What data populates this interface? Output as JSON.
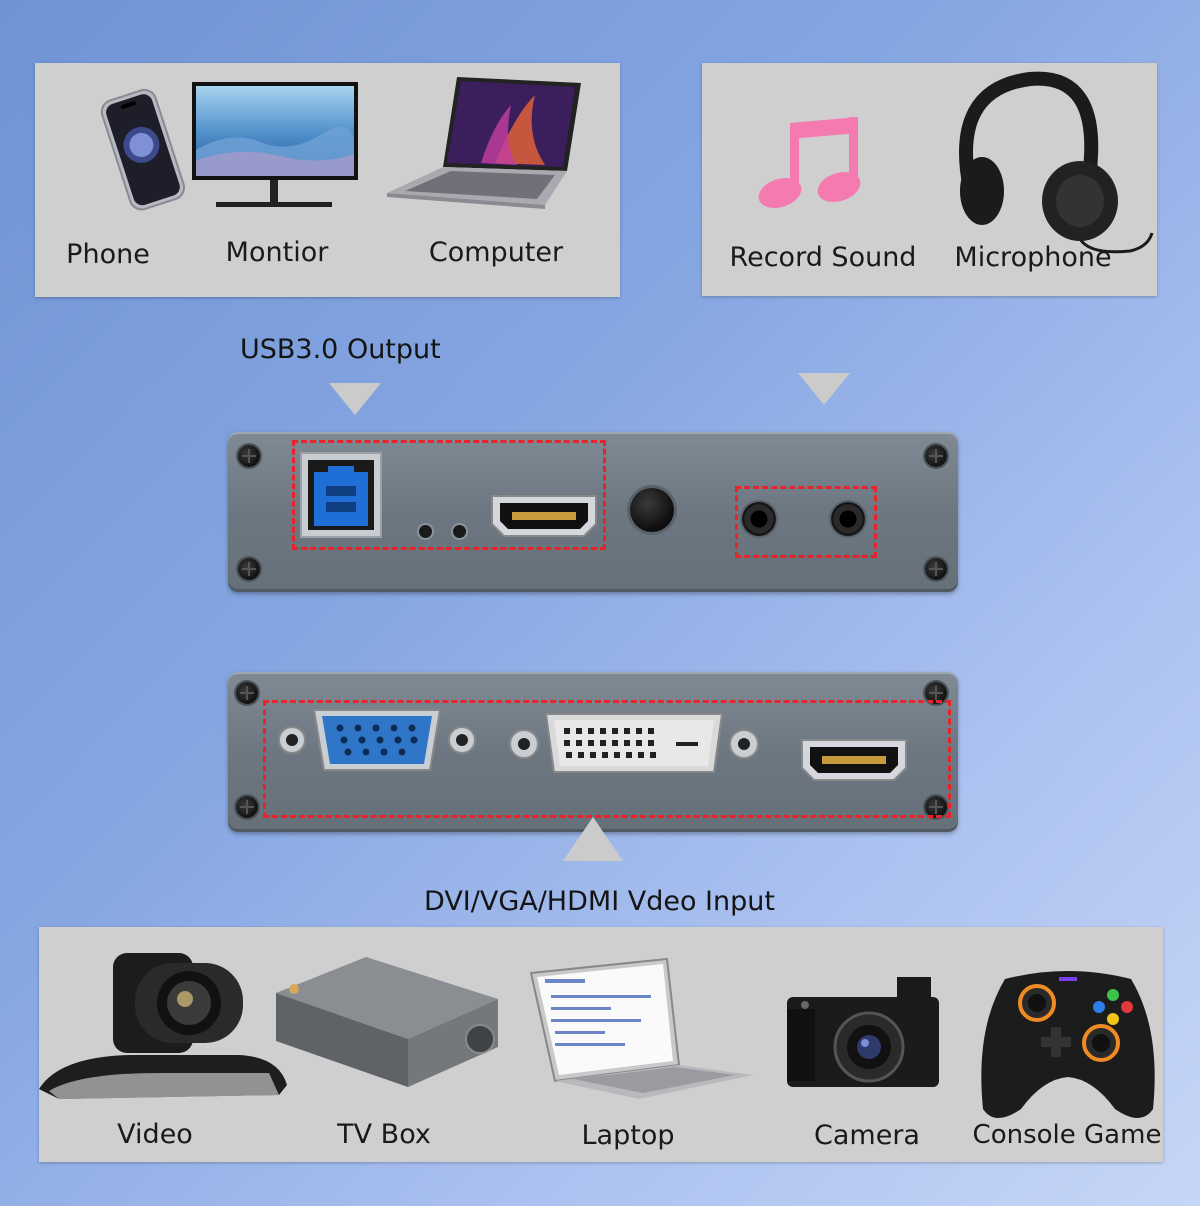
{
  "top_left_panel": {
    "items": [
      {
        "label": "Phone",
        "icon": "phone-icon"
      },
      {
        "label": "Montior",
        "icon": "monitor-icon"
      },
      {
        "label": "Computer",
        "icon": "computer-icon"
      }
    ]
  },
  "top_right_panel": {
    "items": [
      {
        "label": "Record Sound",
        "icon": "music-note-icon"
      },
      {
        "label": "Microphone",
        "icon": "headphones-icon"
      }
    ]
  },
  "captions": {
    "usb_output": "USB3.0 Output",
    "video_input": "DVI/VGA/HDMI Vdeo Input"
  },
  "bottom_panel": {
    "items": [
      {
        "label": "Video",
        "icon": "ptz-camera-icon"
      },
      {
        "label": "TV Box",
        "icon": "tv-box-icon"
      },
      {
        "label": "Laptop",
        "icon": "laptop-icon"
      },
      {
        "label": "Camera",
        "icon": "camera-icon"
      },
      {
        "label": "Console Game",
        "icon": "gamepad-icon"
      }
    ]
  },
  "colors": {
    "highlight": "#e8242a",
    "panel": "#cfcfcf",
    "device": "#6d7781",
    "usb_blue": "#1f6fd6"
  }
}
